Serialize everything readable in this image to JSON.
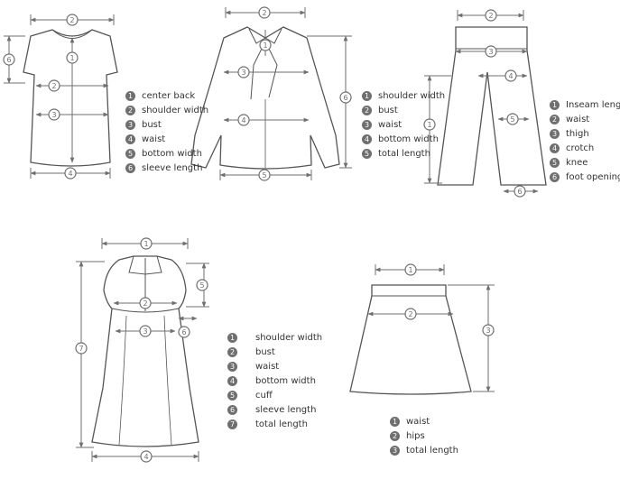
{
  "colors": {
    "outline": "#555555",
    "dimension": "#6f6f6f",
    "badge": "#6f6f6f",
    "text": "#333333"
  },
  "tshirt": {
    "labels": [
      "center back",
      "shoulder width",
      "bust",
      "waist",
      "bottom width",
      "sleeve length"
    ]
  },
  "shirt": {
    "labels": [
      "shoulder width",
      "bust",
      "waist",
      "bottom width",
      "total length"
    ]
  },
  "pants": {
    "labels": [
      "Inseam length",
      "waist",
      "thigh",
      "crotch",
      "knee",
      "foot opening"
    ]
  },
  "dress": {
    "labels": [
      "shoulder width",
      "bust",
      "waist",
      "bottom width",
      "cuff",
      "sleeve length",
      "total length"
    ]
  },
  "skirt": {
    "labels": [
      "waist",
      "hips",
      "total length"
    ]
  }
}
